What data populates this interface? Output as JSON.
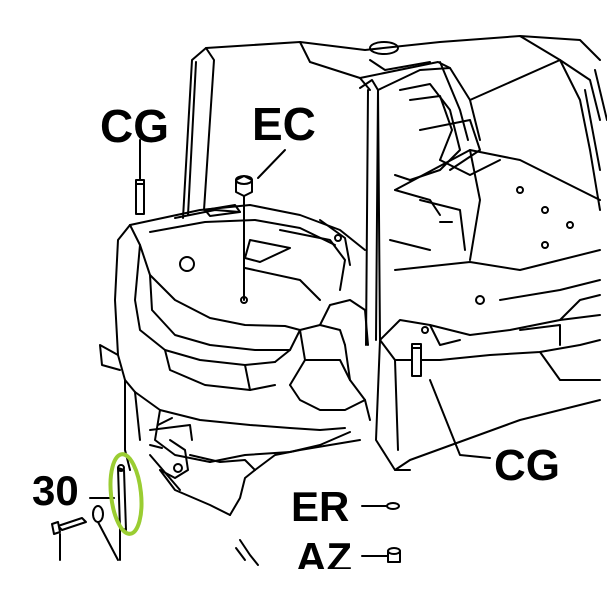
{
  "labels": {
    "cg_top": "CG",
    "ec": "EC",
    "cg_bottom": "CG",
    "part_30": "30",
    "er": "ER",
    "az": "AZ"
  },
  "colors": {
    "line": "#000000",
    "background": "#ffffff",
    "highlight": "#9acd32"
  },
  "icons": {
    "highlight": "highlight-ellipse",
    "bolt": "bolt-icon"
  }
}
